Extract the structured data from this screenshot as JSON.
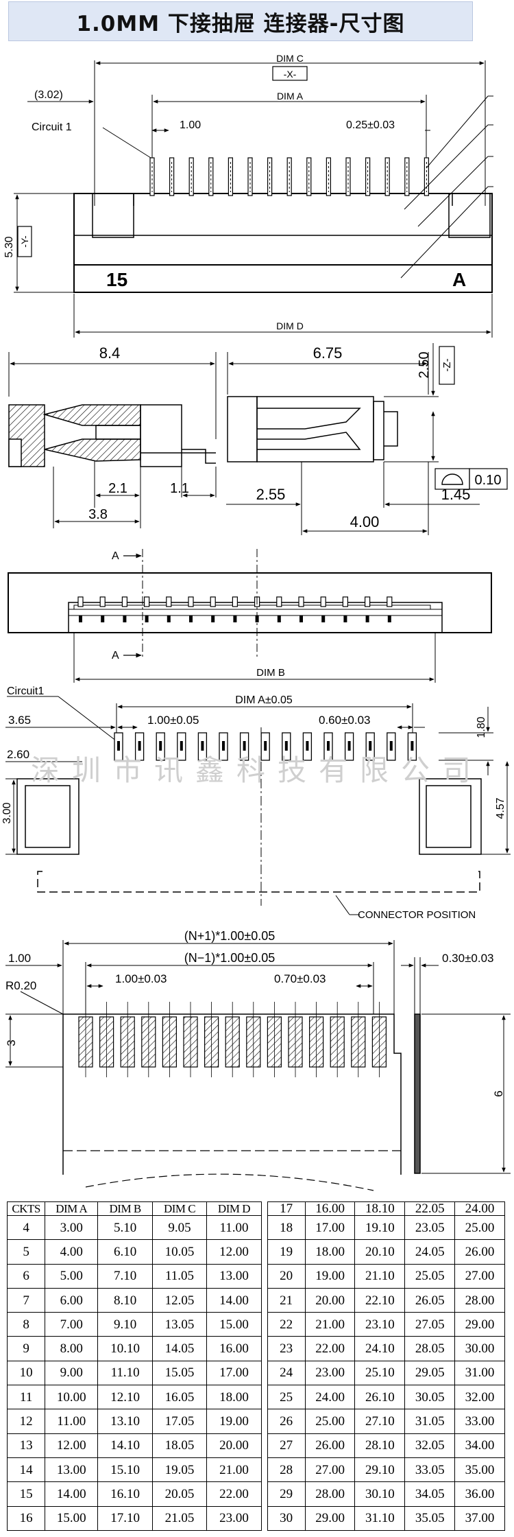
{
  "title": "1.0MM 下接抽屉 连接器-尺寸图",
  "watermark": "深圳市讯鑫科技有限公司",
  "top_view": {
    "dim_c": "DIM C",
    "datum_x": "-X-",
    "dim_a": "DIM A",
    "offset": "(3.02)",
    "circuit": "Circuit 1",
    "pitch": "1.00",
    "pin_width": "0.25±0.03",
    "height": "5.30",
    "datum_y": "-Y-",
    "mark_left": "15",
    "mark_right": "A",
    "dim_d": "DIM D"
  },
  "side_views": {
    "length": "8.4",
    "d21": "2.1",
    "d11": "1.1",
    "d38": "3.8",
    "width": "6.75",
    "d250": "2.50",
    "datum_z": "-Z-",
    "tolerance": "0.10",
    "d255": "2.55",
    "d145": "1.45",
    "d400": "4.00"
  },
  "section_view": {
    "label_a_top": "A",
    "label_a_bottom": "A",
    "dim_b": "DIM B"
  },
  "pcb_layout": {
    "circuit": "Circuit1",
    "dim_a": "DIM A±0.05",
    "d365": "3.65",
    "pitch": "1.00±0.05",
    "pad_width": "0.60±0.03",
    "d180": "1.80",
    "d260": "2.60",
    "d300": "3.00",
    "d457": "4.57",
    "connector_position": "CONNECTOR POSITION"
  },
  "fpc_layout": {
    "n_plus": "(N+1)*1.00±0.05",
    "n_minus": "(N−1)*1.00±0.05",
    "d100": "1.00",
    "thickness": "0.30±0.03",
    "radius": "R0.20",
    "pitch": "1.00±0.03",
    "finger_width": "0.70±0.03",
    "d3": "3",
    "d6": "6"
  },
  "table": {
    "headers": [
      "CKTS",
      "DIM A",
      "DIM B",
      "DIM C",
      "DIM D"
    ],
    "rows": [
      [
        "4",
        "3.00",
        "5.10",
        "9.05",
        "11.00",
        "17",
        "16.00",
        "18.10",
        "22.05",
        "24.00"
      ],
      [
        "5",
        "4.00",
        "6.10",
        "10.05",
        "12.00",
        "18",
        "17.00",
        "19.10",
        "23.05",
        "25.00"
      ],
      [
        "6",
        "5.00",
        "7.10",
        "11.05",
        "13.00",
        "19",
        "18.00",
        "20.10",
        "24.05",
        "26.00"
      ],
      [
        "7",
        "6.00",
        "8.10",
        "12.05",
        "14.00",
        "20",
        "19.00",
        "21.10",
        "25.05",
        "27.00"
      ],
      [
        "8",
        "7.00",
        "9.10",
        "13.05",
        "15.00",
        "21",
        "20.00",
        "22.10",
        "26.05",
        "28.00"
      ],
      [
        "9",
        "8.00",
        "10.10",
        "14.05",
        "16.00",
        "22",
        "21.00",
        "23.10",
        "27.05",
        "29.00"
      ],
      [
        "10",
        "9.00",
        "11.10",
        "15.05",
        "17.00",
        "23",
        "22.00",
        "24.10",
        "28.05",
        "30.00"
      ],
      [
        "11",
        "10.00",
        "12.10",
        "16.05",
        "18.00",
        "24",
        "23.00",
        "25.10",
        "29.05",
        "31.00"
      ],
      [
        "12",
        "11.00",
        "13.10",
        "17.05",
        "19.00",
        "25",
        "24.00",
        "26.10",
        "30.05",
        "32.00"
      ],
      [
        "13",
        "12.00",
        "14.10",
        "18.05",
        "20.00",
        "26",
        "25.00",
        "27.10",
        "31.05",
        "33.00"
      ],
      [
        "14",
        "13.00",
        "15.10",
        "19.05",
        "21.00",
        "27",
        "26.00",
        "28.10",
        "32.05",
        "34.00"
      ],
      [
        "15",
        "14.00",
        "16.10",
        "20.05",
        "22.00",
        "28",
        "27.00",
        "29.10",
        "33.05",
        "35.00"
      ],
      [
        "16",
        "15.00",
        "17.10",
        "21.05",
        "23.00",
        "29",
        "28.00",
        "30.10",
        "34.05",
        "36.00"
      ],
      [
        "",
        "",
        "",
        "",
        "",
        "30",
        "29.00",
        "31.10",
        "35.05",
        "37.00"
      ]
    ]
  }
}
